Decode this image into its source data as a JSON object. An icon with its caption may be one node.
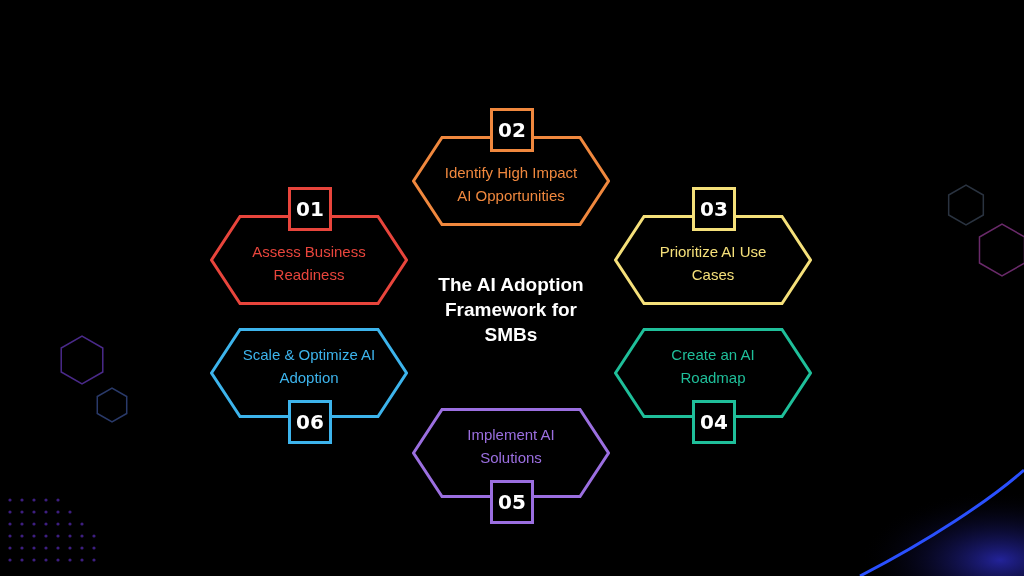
{
  "diagram": {
    "title": "The AI Adoption Framework for SMBs",
    "nodes": [
      {
        "text": [
          "01",
          "Assess Business Readiness"
        ]
      },
      {
        "text": [
          "02",
          "Identify High Impact AI Opportunities"
        ]
      },
      {
        "text": [
          "03",
          "Prioritize AI Use Cases"
        ]
      },
      {
        "text": [
          "Create an AI Roadmap",
          "04"
        ]
      },
      {
        "text": [
          "Implement AI Solutions",
          "05"
        ]
      },
      {
        "text": [
          "Scale & Optimize AI Adoption",
          "06"
        ]
      }
    ]
  }
}
